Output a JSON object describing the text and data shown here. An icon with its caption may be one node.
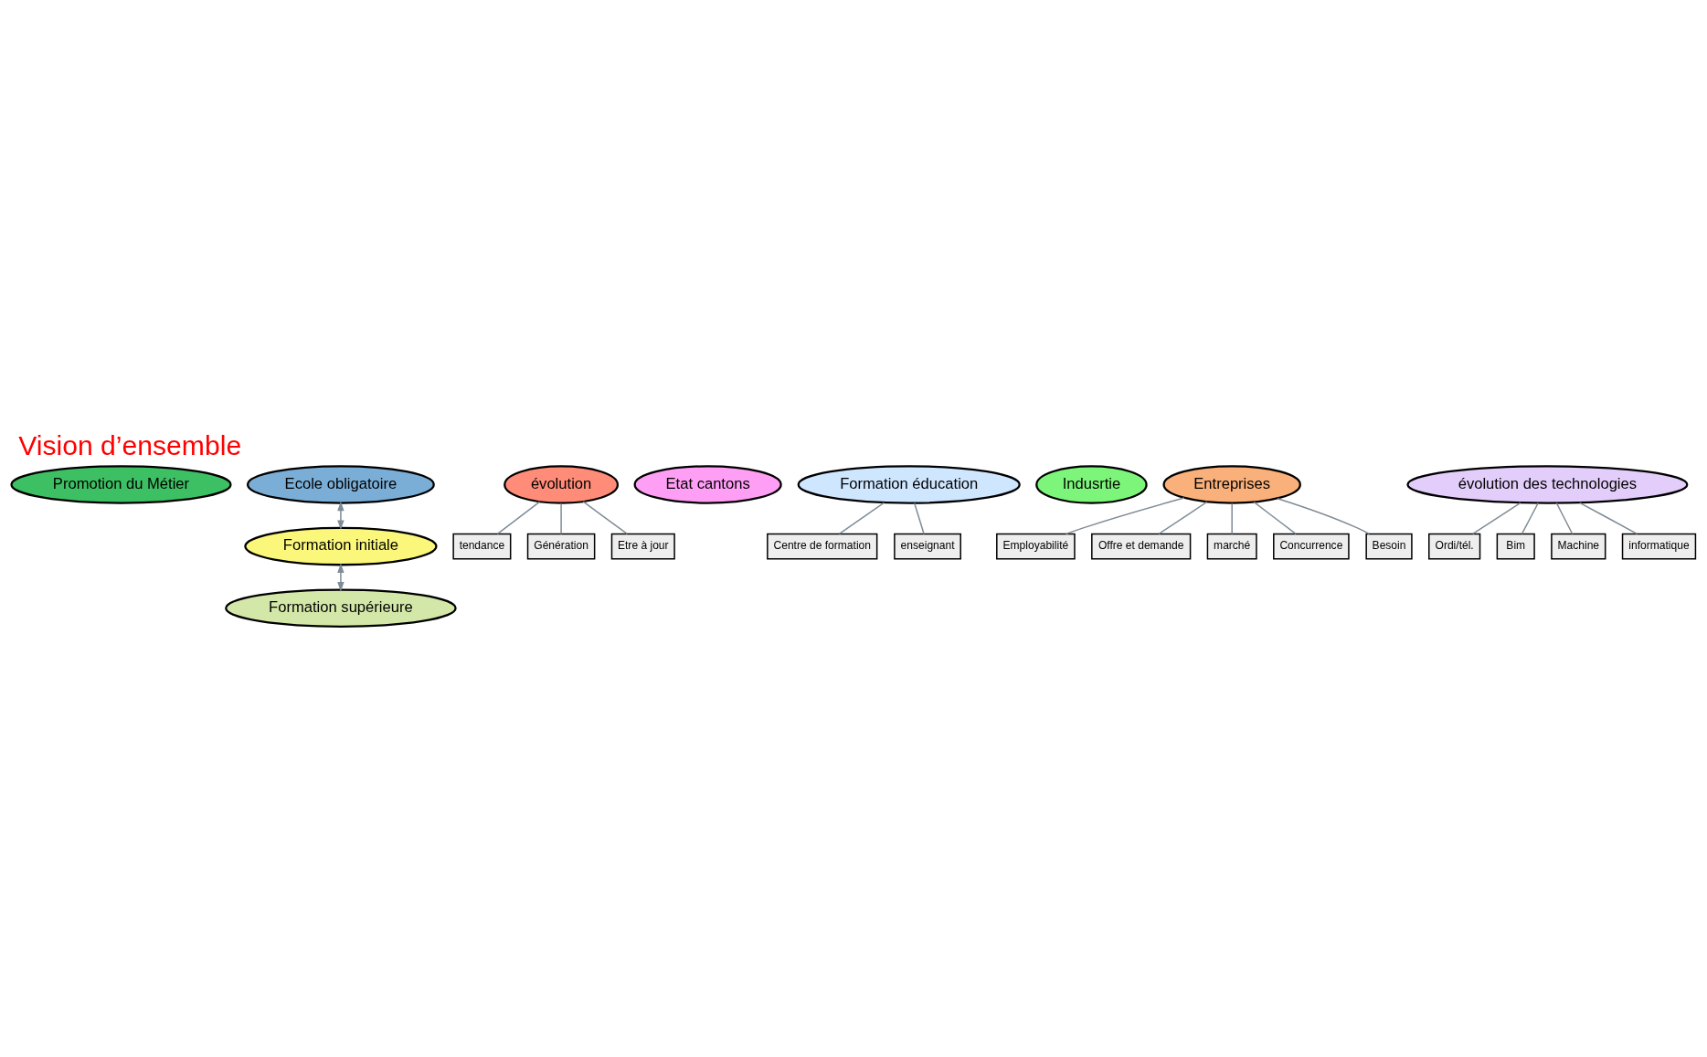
{
  "diagram": {
    "title": "Vision d’ensemble",
    "nodes": [
      {
        "text": [
          "Promotion du Métier"
        ]
      },
      {
        "text": [
          "Ecole obligatoire"
        ]
      },
      {
        "text": [
          "évolution"
        ]
      },
      {
        "text": [
          "tendance"
        ]
      },
      {
        "text": [
          "Génération"
        ]
      },
      {
        "text": [
          "Etre à jour"
        ]
      },
      {
        "text": [
          "Etat cantons"
        ]
      },
      {
        "text": [
          "Centre de formation"
        ]
      },
      {
        "text": [
          "Formation éducation"
        ]
      },
      {
        "text": [
          "enseignant"
        ]
      },
      {
        "text": [
          "Formation initiale"
        ]
      },
      {
        "text": [
          "Indusrtie"
        ]
      },
      {
        "text": [
          "Employabilité"
        ]
      },
      {
        "text": [
          "Offre et demande"
        ]
      },
      {
        "text": [
          "Ordi/tél."
        ]
      },
      {
        "text": [
          "Bim"
        ]
      },
      {
        "text": [
          "évolution des technologies"
        ]
      },
      {
        "text": [
          "Entreprises"
        ]
      },
      {
        "text": [
          "marché"
        ]
      },
      {
        "text": [
          "Machine"
        ]
      },
      {
        "text": [
          "informatique"
        ]
      },
      {
        "text": [
          "Formation supérieure"
        ]
      },
      {
        "text": [
          "Concurrence"
        ]
      },
      {
        "text": [
          "Besoin"
        ]
      }
    ],
    "edges": [
      {
        "from": 1,
        "to": 10,
        "arrow": "both"
      },
      {
        "from": 10,
        "to": 21,
        "arrow": "both"
      },
      {
        "from": 2,
        "to": 3,
        "arrow": "none"
      },
      {
        "from": 2,
        "to": 4,
        "arrow": "none"
      },
      {
        "from": 2,
        "to": 5,
        "arrow": "none"
      },
      {
        "from": 8,
        "to": 7,
        "arrow": "none"
      },
      {
        "from": 8,
        "to": 9,
        "arrow": "none"
      },
      {
        "from": 16,
        "to": 14,
        "arrow": "none"
      },
      {
        "from": 16,
        "to": 15,
        "arrow": "none"
      },
      {
        "from": 16,
        "to": 19,
        "arrow": "none"
      },
      {
        "from": 16,
        "to": 20,
        "arrow": "none"
      },
      {
        "from": 17,
        "to": 12,
        "arrow": "none"
      },
      {
        "from": 17,
        "to": 13,
        "arrow": "none"
      },
      {
        "from": 17,
        "to": 18,
        "arrow": "none"
      },
      {
        "from": 17,
        "to": 22,
        "arrow": "none"
      },
      {
        "from": 17,
        "to": 23,
        "arrow": "none"
      }
    ]
  }
}
